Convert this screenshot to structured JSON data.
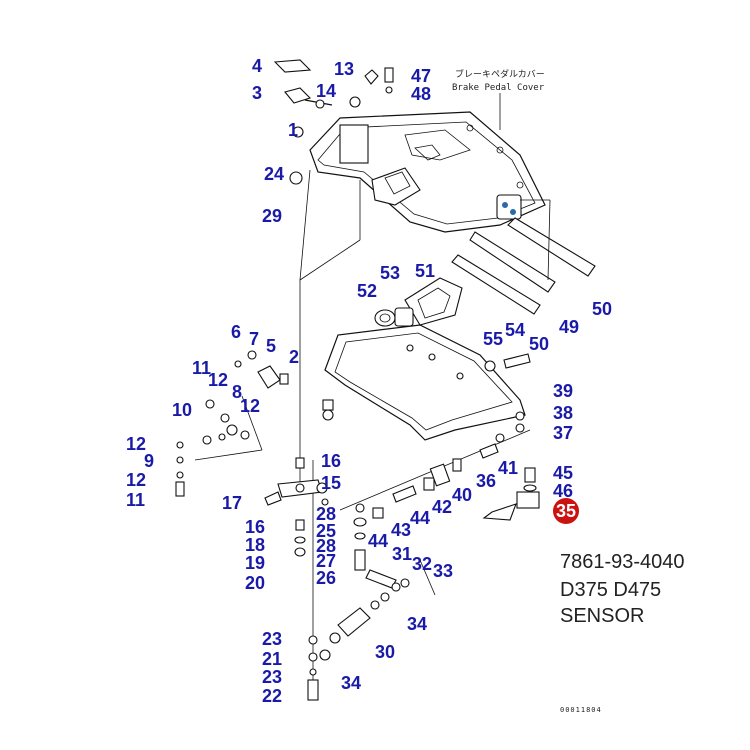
{
  "diagram": {
    "brake_pedal_cover_jp": "ブレーキペダルカバー",
    "brake_pedal_cover_en": "Brake Pedal Cover",
    "part_number": "7861-93-4040",
    "models": "D375 D475",
    "description": "SENSOR",
    "drawing_serial": "00011804",
    "highlighted_item": "35",
    "highlight_color": "#cc1111",
    "callout_color": "#1a1aa8"
  },
  "callouts": [
    {
      "id": "c4",
      "text": "4"
    },
    {
      "id": "c3",
      "text": "3"
    },
    {
      "id": "c13",
      "text": "13"
    },
    {
      "id": "c14",
      "text": "14"
    },
    {
      "id": "c47",
      "text": "47"
    },
    {
      "id": "c48",
      "text": "48"
    },
    {
      "id": "c1",
      "text": "1"
    },
    {
      "id": "c24",
      "text": "24"
    },
    {
      "id": "c29",
      "text": "29"
    },
    {
      "id": "c53",
      "text": "53"
    },
    {
      "id": "c51",
      "text": "51"
    },
    {
      "id": "c52",
      "text": "52"
    },
    {
      "id": "c50a",
      "text": "50"
    },
    {
      "id": "c49",
      "text": "49"
    },
    {
      "id": "c54",
      "text": "54"
    },
    {
      "id": "c55",
      "text": "55"
    },
    {
      "id": "c50b",
      "text": "50"
    },
    {
      "id": "c6",
      "text": "6"
    },
    {
      "id": "c7",
      "text": "7"
    },
    {
      "id": "c5",
      "text": "5"
    },
    {
      "id": "c2",
      "text": "2"
    },
    {
      "id": "c11a",
      "text": "11"
    },
    {
      "id": "c12a",
      "text": "12"
    },
    {
      "id": "c8",
      "text": "8"
    },
    {
      "id": "c10",
      "text": "10"
    },
    {
      "id": "c12b",
      "text": "12"
    },
    {
      "id": "c39",
      "text": "39"
    },
    {
      "id": "c38",
      "text": "38"
    },
    {
      "id": "c37",
      "text": "37"
    },
    {
      "id": "c12c",
      "text": "12"
    },
    {
      "id": "c9",
      "text": "9"
    },
    {
      "id": "c12d",
      "text": "12"
    },
    {
      "id": "c11b",
      "text": "11"
    },
    {
      "id": "c16a",
      "text": "16"
    },
    {
      "id": "c15",
      "text": "15"
    },
    {
      "id": "c41",
      "text": "41"
    },
    {
      "id": "c36",
      "text": "36"
    },
    {
      "id": "c45",
      "text": "45"
    },
    {
      "id": "c46",
      "text": "46"
    },
    {
      "id": "c17",
      "text": "17"
    },
    {
      "id": "c40",
      "text": "40"
    },
    {
      "id": "c42",
      "text": "42"
    },
    {
      "id": "c44a",
      "text": "44"
    },
    {
      "id": "c28a",
      "text": "28"
    },
    {
      "id": "c43",
      "text": "43"
    },
    {
      "id": "c16b",
      "text": "16"
    },
    {
      "id": "c25",
      "text": "25"
    },
    {
      "id": "c18",
      "text": "18"
    },
    {
      "id": "c28b",
      "text": "28"
    },
    {
      "id": "c44b",
      "text": "44"
    },
    {
      "id": "c19",
      "text": "19"
    },
    {
      "id": "c27",
      "text": "27"
    },
    {
      "id": "c31",
      "text": "31"
    },
    {
      "id": "c32",
      "text": "32"
    },
    {
      "id": "c33",
      "text": "33"
    },
    {
      "id": "c26",
      "text": "26"
    },
    {
      "id": "c20",
      "text": "20"
    },
    {
      "id": "c34a",
      "text": "34"
    },
    {
      "id": "c23a",
      "text": "23"
    },
    {
      "id": "c30",
      "text": "30"
    },
    {
      "id": "c21",
      "text": "21"
    },
    {
      "id": "c23b",
      "text": "23"
    },
    {
      "id": "c34b",
      "text": "34"
    },
    {
      "id": "c22",
      "text": "22"
    }
  ]
}
